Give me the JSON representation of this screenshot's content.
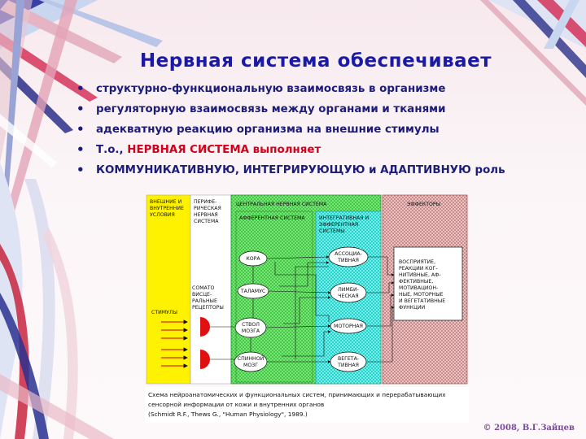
{
  "slide": {
    "title": "Нервная система обеспечивает",
    "bullets": [
      {
        "text": "структурно-функциональную взаимосвязь в организме"
      },
      {
        "text": "регуляторную взаимосвязь между органами и тканями"
      },
      {
        "text": "адекватную реакцию организма на внешние стимулы"
      },
      {
        "prefix": "Т.о., ",
        "highlight": "НЕРВНАЯ СИСТЕМА выполняет"
      },
      {
        "text": "КОММУНИКАТИВНУЮ, ИНТЕГРИРУЮЩУЮ и АДАПТИВНУЮ роль"
      }
    ],
    "copyright": "© 2008, В.Г.Зайцев"
  },
  "diagram": {
    "col_env": "ВНЕШНИЕ И ВНУТРЕННИЕ УСЛОВИЯ",
    "col_peripheral": "ПЕРИФЕ-РИЧЕСКАЯ НЕРВНАЯ СИСТЕМА",
    "col_cns": "ЦЕНТРАЛЬНАЯ НЕРВНАЯ СИСТЕМА",
    "col_effectors": "ЭФФЕКТОРЫ",
    "afferent": "АФФЕРЕНТНАЯ СИСТЕМА",
    "integrative": "ИНТЕГРАТИВНАЯ И ЭФФЕРЕНТНАЯ СИСТЕМЫ",
    "stimuli": "СТИМУЛЫ",
    "receptors": "СОМАТО ВИСЦЕ-РАЛЬНЫЕ РЕЦЕПТОРЫ",
    "afferent_nodes": [
      "КОРА",
      "ТАЛАМУС",
      "СТВОЛ МОЗГА",
      "СПИННОЙ МОЗГ"
    ],
    "efferent_nodes": [
      "АССОЦИА-ТИВНАЯ",
      "ЛИМБИ-ЧЕСКАЯ",
      "МОТОРНАЯ",
      "ВЕГЕТА-ТИВНАЯ"
    ],
    "effector_box": "ВОСПРИЯТИЕ, РЕАКЦИИ КОГ-НИТИВНЫЕ, АФ-ФЕКТИВНЫЕ, МОТИВАЦИОН-НЫЕ, МОТОРНЫЕ И ВЕГЕТАТИВНЫЕ ФУНКЦИИ",
    "caption": [
      "Схема нейроанатомических и функциональных систем, принимающих и перерабатывающих",
      "сенсорной информации от кожи и внутренних органов",
      "(Schmidt R.F., Thews G., \"Human Physiology\", 1989.)"
    ]
  },
  "colors": {
    "title": "#1a1aa6",
    "bullet": "#1c1c7a",
    "highlight": "#d2001a",
    "cns": "#3fcc3f",
    "integrative": "#1fd6d0",
    "effectors": "#d8a6a6",
    "env": "#fff200"
  }
}
